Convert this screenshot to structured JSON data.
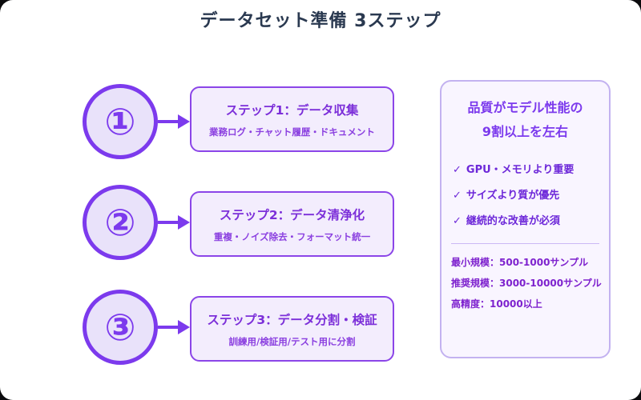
{
  "page": {
    "title": "データセット準備 3ステップ"
  },
  "steps": [
    {
      "number": "①",
      "title": "ステップ1：データ収集",
      "subtitle": "業務ログ・チャット履歴・ドキュメント"
    },
    {
      "number": "②",
      "title": "ステップ2：データ清浄化",
      "subtitle": "重複・ノイズ除去・フォーマット統一"
    },
    {
      "number": "③",
      "title": "ステップ3：データ分割・検証",
      "subtitle": "訓練用/検証用/テスト用に分割"
    }
  ],
  "panel": {
    "title_line1": "品質がモデル性能の",
    "title_line2": "9割以上を左右",
    "checklist": [
      {
        "mark": "✓",
        "text": "GPU・メモリより重要"
      },
      {
        "mark": "✓",
        "text": "サイズより質が優先"
      },
      {
        "mark": "✓",
        "text": "継続的な改善が必須"
      }
    ],
    "stats": [
      "最小規模：500-1000サンプル",
      "推奨規模：3000-10000サンプル",
      "高精度：10000以上"
    ]
  },
  "colors": {
    "accent": "#7c3aed",
    "accent_border": "#8b45e8",
    "title_dark": "#2a3950",
    "box_fill": "#f3edfd",
    "circle_fill": "#e9e2fa",
    "panel_fill": "#f9f5ff",
    "panel_border": "#c3b2f0"
  }
}
